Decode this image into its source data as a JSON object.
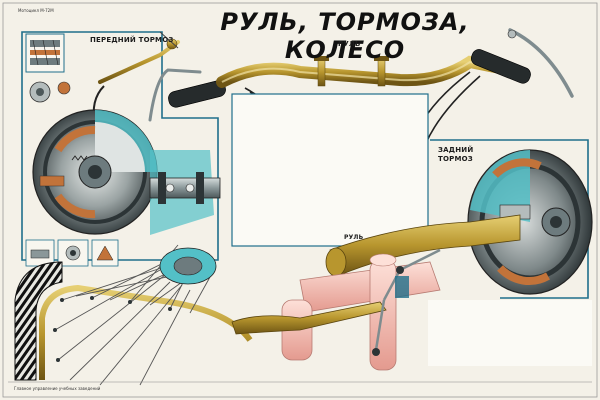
{
  "title": "РУЛЬ, ТОРМОЗА, КОЛЕСО",
  "labels": {
    "front_brake": "ПЕРЕДНИЙ ТОРМОЗ",
    "handlebar": "РУЛЬ",
    "rear_brake": "ЗАДНИЙ ТОРМОЗ",
    "handlebar_small": "РУЛЬ"
  },
  "header_note": "Мотоцикл М-72М",
  "footer_note": "Главное управление учебных заведений",
  "colors": {
    "paper": "#f4f1e8",
    "brass": "#b8962e",
    "panel_frame": "#1f6f8b",
    "copper": "#c2733a",
    "steel": "#7f8c8f",
    "cyan_cut": "#53c0c7",
    "pink": "#f2b9b0"
  }
}
